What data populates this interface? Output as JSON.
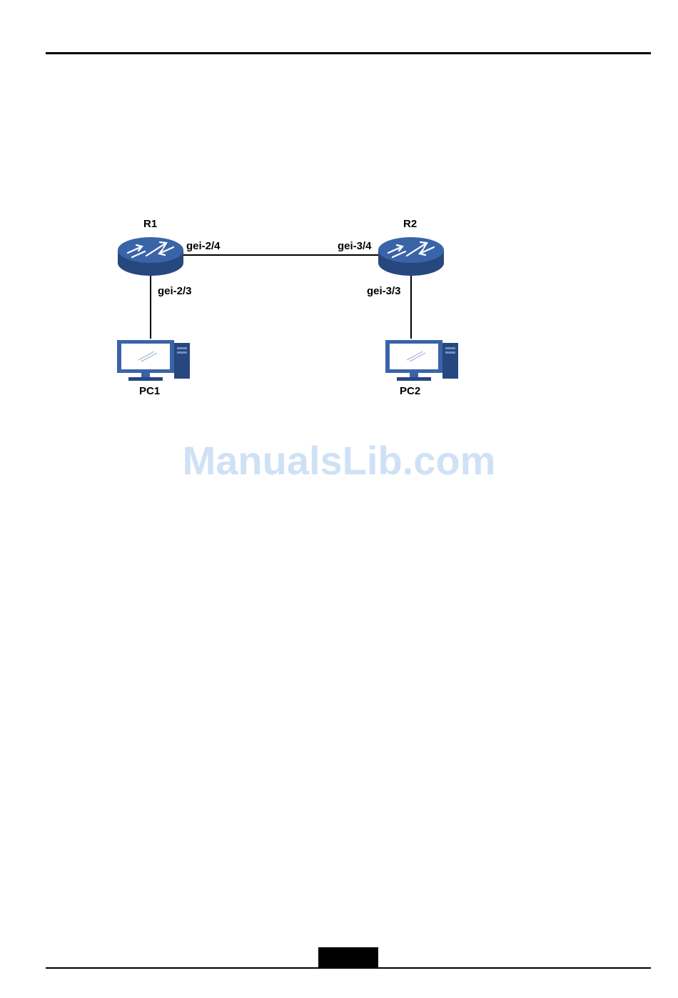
{
  "diagram": {
    "nodes": [
      {
        "id": "R1",
        "label": "R1",
        "type": "router"
      },
      {
        "id": "R2",
        "label": "R2",
        "type": "router"
      },
      {
        "id": "PC1",
        "label": "PC1",
        "type": "pc"
      },
      {
        "id": "PC2",
        "label": "PC2",
        "type": "pc"
      }
    ],
    "links": [
      {
        "from": "R1",
        "to": "R2",
        "from_port": "gei-2/4",
        "to_port": "gei-3/4"
      },
      {
        "from": "R1",
        "to": "PC1",
        "from_port": "gei-2/3"
      },
      {
        "from": "R2",
        "to": "PC2",
        "from_port": "gei-3/3"
      }
    ],
    "colors": {
      "device_blue": "#3a64a8",
      "device_dark": "#27477f",
      "line": "#000000"
    }
  },
  "watermark": "ManualsLib.com"
}
